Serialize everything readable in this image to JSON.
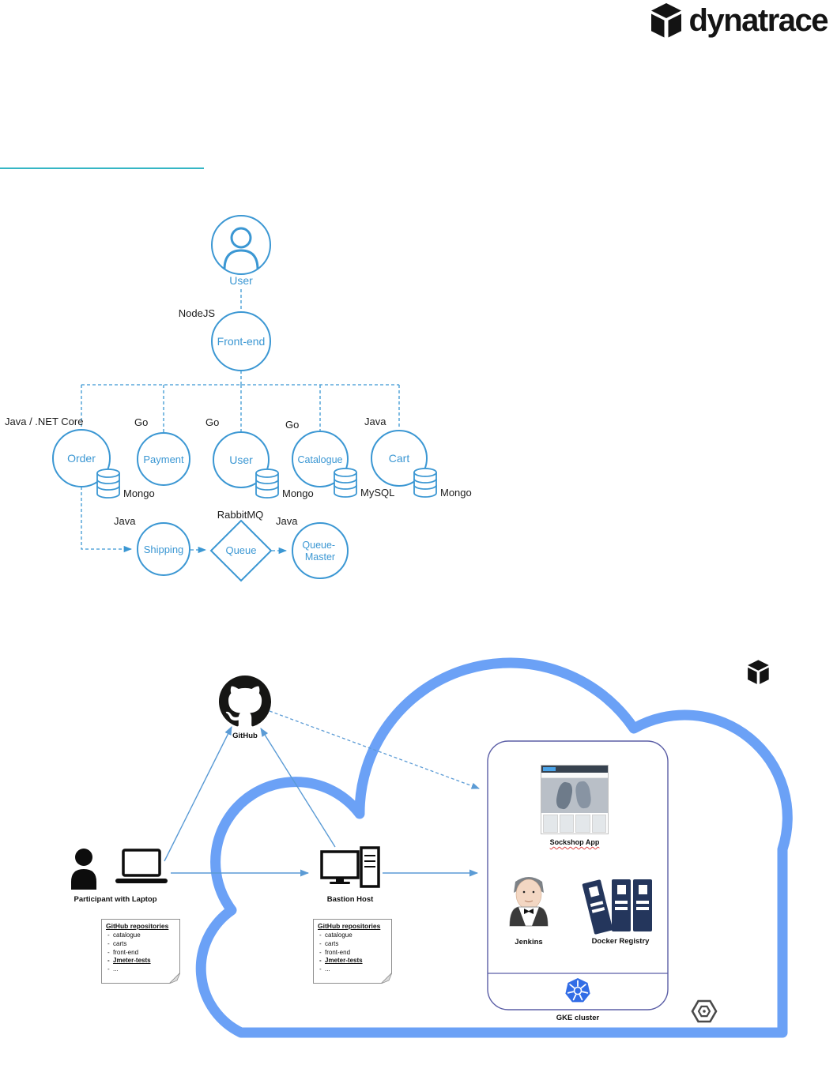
{
  "header": {
    "brand": "dynatrace"
  },
  "architecture": {
    "user_label": "User",
    "nodejs_label": "NodeJS",
    "frontend_label": "Front-end",
    "order_runtime": "Java / .NET Core",
    "order_label": "Order",
    "order_db": "Mongo",
    "payment_runtime": "Go",
    "payment_label": "Payment",
    "user_runtime": "Go",
    "user_service_label": "User",
    "user_db": "Mongo",
    "catalogue_runtime": "Go",
    "catalogue_label": "Catalogue",
    "catalogue_db": "MySQL",
    "cart_runtime": "Java",
    "cart_label": "Cart",
    "cart_db": "Mongo",
    "shipping_runtime": "Java",
    "shipping_label": "Shipping",
    "broker_label": "RabbitMQ",
    "queue_label": "Queue",
    "queue_master_runtime": "Java",
    "queue_master_line1": "Queue-",
    "queue_master_line2": "Master"
  },
  "deployment": {
    "github_label": "GitHub",
    "participant_label": "Participant with Laptop",
    "bastion_label": "Bastion Host",
    "repo_note_title": "GitHub repositories",
    "repo_note_items": [
      "catalogue",
      "carts",
      "front-end",
      "Jmeter-tests",
      "..."
    ],
    "sockshop_label": "Sockshop App",
    "jenkins_label": "Jenkins",
    "docker_label": "Docker Registry",
    "gke_label": "GKE cluster"
  },
  "colors": {
    "diagram_blue": "#3b97d3",
    "cloud_blue": "#6ba1f6",
    "arrow_blue": "#5b9bd5",
    "teal_rule": "#35b6c5",
    "github_black": "#161614",
    "kubernetes_blue": "#326de6"
  }
}
